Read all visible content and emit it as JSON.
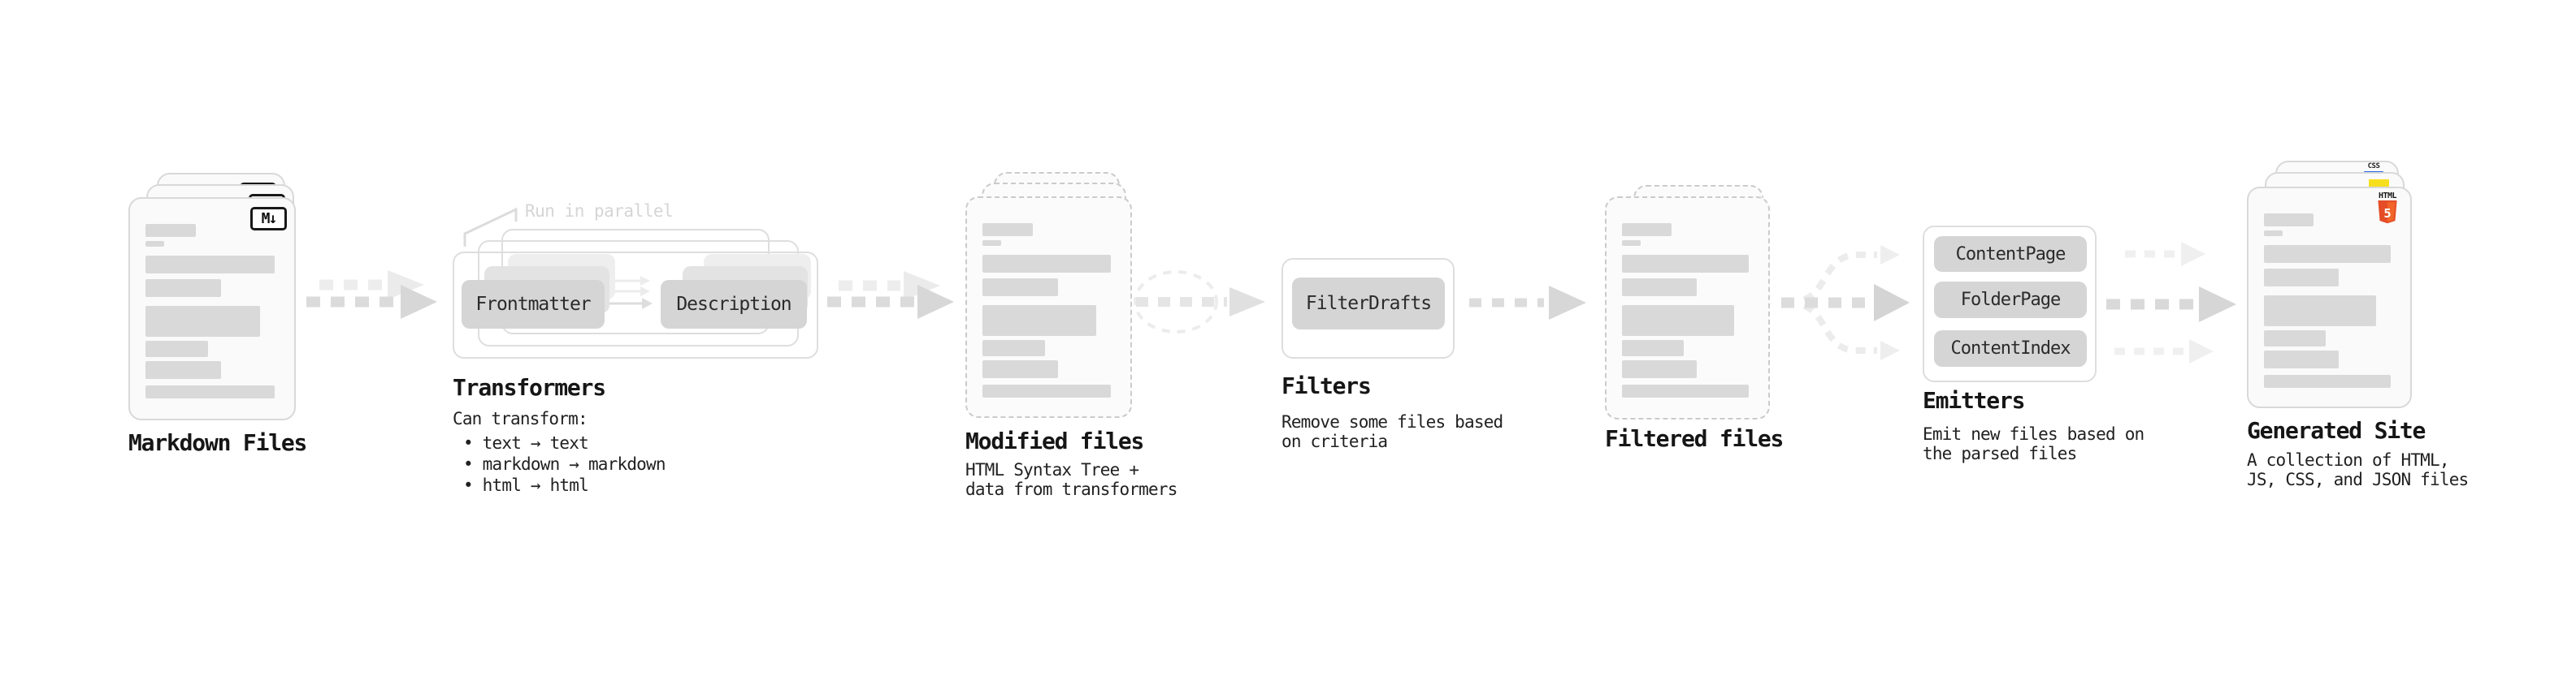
{
  "stages": {
    "markdown_files": {
      "label": "Markdown Files",
      "file_icon": "M↓"
    },
    "transformers": {
      "label": "Transformers",
      "annotation": "Run in parallel",
      "input_pill": "Frontmatter",
      "output_pill": "Description",
      "desc_title": "Can transform:",
      "bullets": [
        "• text → text",
        "• markdown → markdown",
        "• html → html"
      ]
    },
    "modified_files": {
      "label": "Modified files",
      "desc_line1": "HTML Syntax Tree +",
      "desc_line2": "data from transformers"
    },
    "filters": {
      "label": "Filters",
      "pill": "FilterDrafts",
      "desc_line1": "Remove some files based",
      "desc_line2": "on criteria"
    },
    "filtered_files": {
      "label": "Filtered files"
    },
    "emitters": {
      "label": "Emitters",
      "pills": [
        "ContentPage",
        "FolderPage",
        "ContentIndex"
      ],
      "desc_line1": "Emit new files based on",
      "desc_line2": "the parsed files"
    },
    "generated_site": {
      "label": "Generated Site",
      "desc_line1": "A collection of HTML,",
      "desc_line2": "JS, CSS, and JSON files",
      "badge_css": "CSS",
      "badge_html": "HTML",
      "badge_html_number": "5"
    }
  },
  "colors": {
    "bar_gray": "#d9d9d9",
    "pill_gray": "#d5d5d5",
    "card_border": "#d9d9d9",
    "dashed_border": "#cbcbcb",
    "arrow_gray": "#d7d7d7",
    "arrow_light": "#ececec",
    "annotation_text": "#d5d5d5",
    "label_text": "#161616",
    "html5_orange": "#e44d26",
    "html5_orange_light": "#f16529",
    "js_yellow": "#f7df1e",
    "css_blue": "#2b66e8"
  }
}
